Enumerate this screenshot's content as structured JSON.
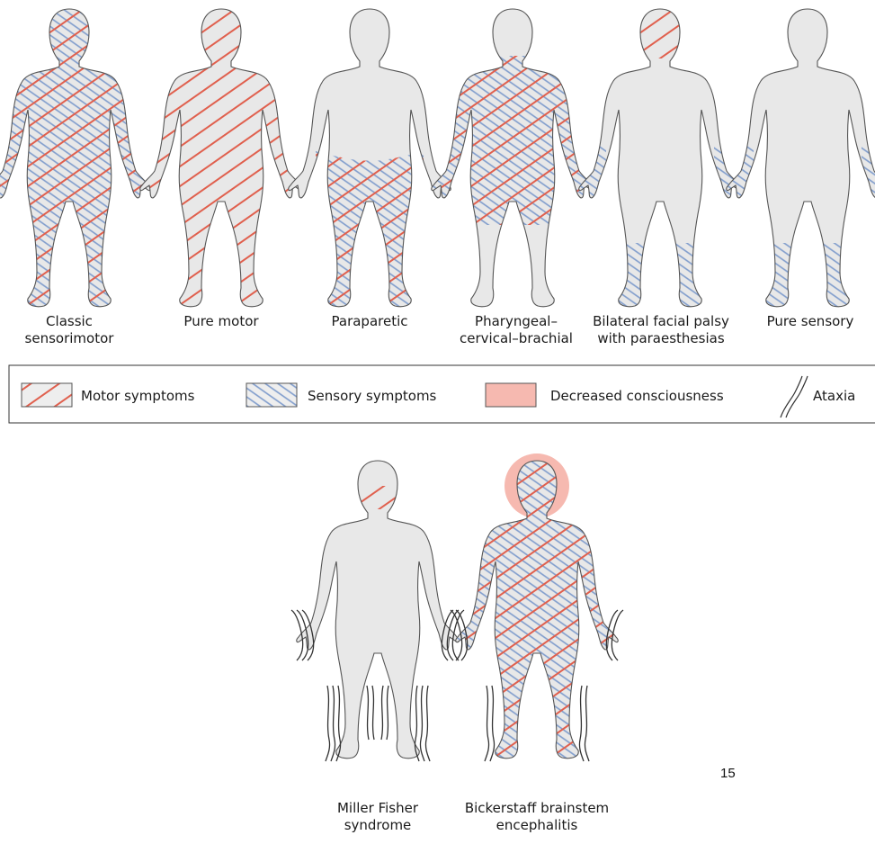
{
  "figures_top": [
    {
      "id": "classic",
      "label_lines": [
        "Classic",
        "sensorimotor"
      ]
    },
    {
      "id": "pure_motor",
      "label_lines": [
        "Pure motor"
      ]
    },
    {
      "id": "paraparetic",
      "label_lines": [
        "Paraparetic"
      ]
    },
    {
      "id": "pcb",
      "label_lines": [
        "Pharyngeal–",
        "cervical–brachial"
      ]
    },
    {
      "id": "bfp",
      "label_lines": [
        "Bilateral facial palsy",
        "with paraesthesias"
      ]
    },
    {
      "id": "pure_sensory",
      "label_lines": [
        "Pure sensory"
      ]
    }
  ],
  "legend": {
    "motor": "Motor symptoms",
    "sensory": "Sensory symptoms",
    "consciousness": "Decreased consciousness",
    "ataxia": "Ataxia"
  },
  "figures_bottom": [
    {
      "id": "mfs",
      "label_lines": [
        "Miller Fisher",
        "syndrome"
      ]
    },
    {
      "id": "bbe",
      "label_lines": [
        "Bickerstaff brainstem",
        "encephalitis"
      ]
    }
  ],
  "page_number": "15",
  "colors": {
    "body_fill": "#e8e8e8",
    "outline": "#555555",
    "motor": "#e0604e",
    "sensory": "#7f9ccc",
    "consciousness": "#f6b9b0"
  }
}
